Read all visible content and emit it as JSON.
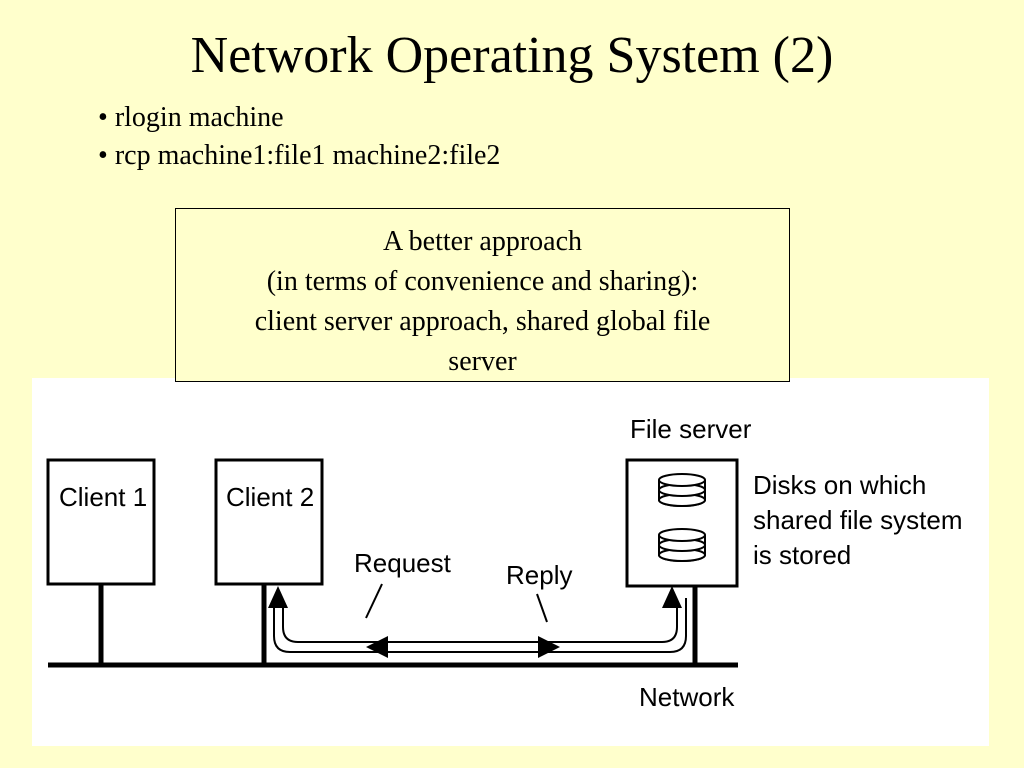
{
  "slide": {
    "title": "Network Operating System (2)",
    "bullets": [
      "rlogin machine",
      "rcp machine1:file1 machine2:file2"
    ],
    "bullet_symbol": "•"
  },
  "callout": {
    "lines": [
      "A better approach",
      "(in terms of convenience and sharing):",
      "client server approach, shared global file",
      "server"
    ]
  },
  "diagram": {
    "client1_label": "Client 1",
    "client2_label": "Client 2",
    "file_server_label": "File server",
    "disks_label_lines": [
      "Disks on which",
      "shared file system",
      "is stored"
    ],
    "request_label": "Request",
    "reply_label": "Reply",
    "network_label": "Network"
  },
  "colors": {
    "background": "#ffffcc",
    "figure_background": "#ffffff",
    "ink": "#000000"
  }
}
